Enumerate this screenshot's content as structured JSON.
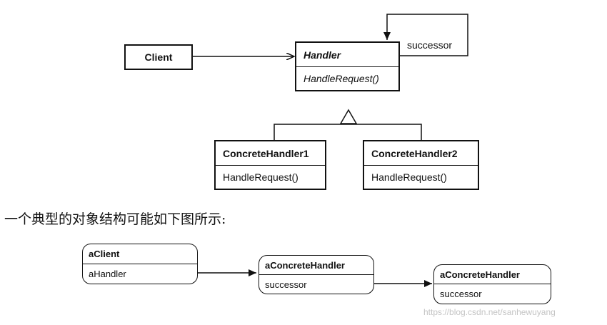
{
  "class_diagram": {
    "client": {
      "name": "Client"
    },
    "handler": {
      "name": "Handler",
      "method": "HandleRequest()"
    },
    "self_association_label": "successor",
    "concrete1": {
      "name": "ConcreteHandler1",
      "method": "HandleRequest()"
    },
    "concrete2": {
      "name": "ConcreteHandler2",
      "method": "HandleRequest()"
    }
  },
  "caption": "一个典型的对象结构可能如下图所示:",
  "object_diagram": {
    "client_obj": {
      "name": "aClient",
      "field": "aHandler"
    },
    "handler_obj1": {
      "name": "aConcreteHandler",
      "field": "successor"
    },
    "handler_obj2": {
      "name": "aConcreteHandler",
      "field": "successor"
    }
  },
  "watermark": "https://blog.csdn.net/sanhewuyang"
}
